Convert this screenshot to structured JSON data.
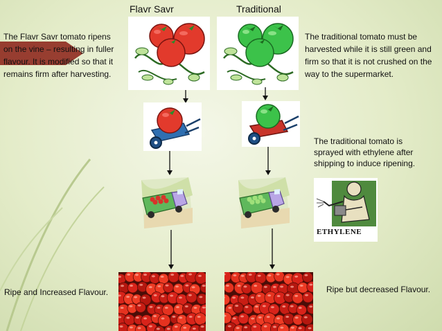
{
  "headers": {
    "flavr": "Flavr Savr",
    "traditional": "Traditional"
  },
  "text": {
    "flavr_intro": "The Flavr Savr tomato ripens on the vine – resulting in fuller flavour. It is modified so that it remains firm after harvesting.",
    "traditional_intro": "The traditional tomato must be harvested while it is still green and firm so that it is not crushed on the way to the supermarket.",
    "ethylene_note": "The traditional tomato is sprayed with ethylene after shipping to induce ripening.",
    "flavr_result": "Ripe and Increased Flavour.",
    "traditional_result": "Ripe but decreased Flavour."
  },
  "ethylene_label": "ETHYLENE",
  "colors": {
    "ripe_tomato": "#e23a2c",
    "green_tomato": "#3cc24a",
    "cart": "#2f6fb1",
    "truck": "#b9a6e6",
    "arrow": "#111111",
    "accent_bar": "#8a1e15"
  }
}
